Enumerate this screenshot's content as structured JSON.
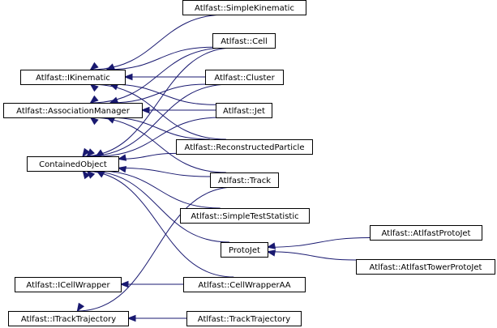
{
  "diagram": {
    "nodes": [
      {
        "id": "simple-kinematic",
        "label": "Atlfast::SimpleKinematic"
      },
      {
        "id": "cell",
        "label": "Atlfast::Cell"
      },
      {
        "id": "ikinematic",
        "label": "Atlfast::IKinematic"
      },
      {
        "id": "cluster",
        "label": "Atlfast::Cluster"
      },
      {
        "id": "association-manager",
        "label": "Atlfast::AssociationManager"
      },
      {
        "id": "jet",
        "label": "Atlfast::Jet"
      },
      {
        "id": "reconstructed-particle",
        "label": "Atlfast::ReconstructedParticle"
      },
      {
        "id": "contained-object",
        "label": "ContainedObject"
      },
      {
        "id": "track",
        "label": "Atlfast::Track"
      },
      {
        "id": "simple-test-statistic",
        "label": "Atlfast::SimpleTestStatistic"
      },
      {
        "id": "atlfast-proto-jet",
        "label": "Atlfast::AtlfastProtoJet"
      },
      {
        "id": "proto-jet",
        "label": "ProtoJet"
      },
      {
        "id": "atlfast-tower-proto-jet",
        "label": "Atlfast::AtlfastTowerProtoJet"
      },
      {
        "id": "icell-wrapper",
        "label": "Atlfast::ICellWrapper"
      },
      {
        "id": "cell-wrapper-aa",
        "label": "Atlfast::CellWrapperAA"
      },
      {
        "id": "itrack-trajectory",
        "label": "Atlfast::ITrackTrajectory"
      },
      {
        "id": "track-trajectory",
        "label": "Atlfast::TrackTrajectory"
      }
    ],
    "edges": [
      {
        "from": "simple-kinematic",
        "to": "ikinematic"
      },
      {
        "from": "cell",
        "to": "ikinematic"
      },
      {
        "from": "cluster",
        "to": "ikinematic"
      },
      {
        "from": "jet",
        "to": "ikinematic"
      },
      {
        "from": "reconstructed-particle",
        "to": "ikinematic"
      },
      {
        "from": "cell",
        "to": "association-manager"
      },
      {
        "from": "cluster",
        "to": "association-manager"
      },
      {
        "from": "jet",
        "to": "association-manager"
      },
      {
        "from": "reconstructed-particle",
        "to": "association-manager"
      },
      {
        "from": "track",
        "to": "association-manager"
      },
      {
        "from": "cell",
        "to": "contained-object"
      },
      {
        "from": "cluster",
        "to": "contained-object"
      },
      {
        "from": "jet",
        "to": "contained-object"
      },
      {
        "from": "reconstructed-particle",
        "to": "contained-object"
      },
      {
        "from": "track",
        "to": "contained-object"
      },
      {
        "from": "simple-test-statistic",
        "to": "contained-object"
      },
      {
        "from": "proto-jet",
        "to": "contained-object"
      },
      {
        "from": "cell-wrapper-aa",
        "to": "contained-object"
      },
      {
        "from": "atlfast-proto-jet",
        "to": "proto-jet"
      },
      {
        "from": "atlfast-tower-proto-jet",
        "to": "proto-jet"
      },
      {
        "from": "cell-wrapper-aa",
        "to": "icell-wrapper"
      },
      {
        "from": "track",
        "to": "itrack-trajectory"
      },
      {
        "from": "track-trajectory",
        "to": "itrack-trajectory"
      }
    ]
  }
}
